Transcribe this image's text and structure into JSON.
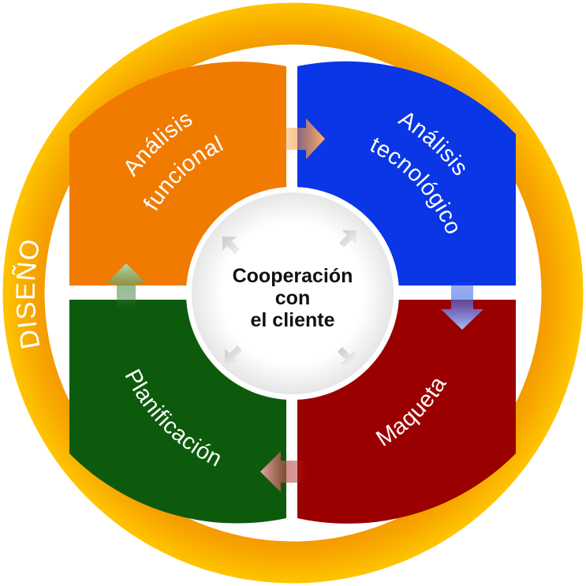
{
  "ring": {
    "label": "DISEÑO",
    "color": "#f5a000"
  },
  "center": {
    "lines": [
      "Cooperación",
      "con",
      "el cliente"
    ]
  },
  "segments": {
    "analisis_funcional": {
      "lines": [
        "Análisis",
        "funcional"
      ],
      "color": "#f07b00"
    },
    "analisis_tecnologico": {
      "lines": [
        "Análisis",
        "tecnológico"
      ],
      "color": "#0a36e6"
    },
    "maqueta": {
      "lines": [
        "Maqueta"
      ],
      "color": "#9a0000"
    },
    "planificacion": {
      "lines": [
        "Planificación"
      ],
      "color": "#0d5a0d"
    }
  },
  "icons": {
    "flow_arrows": [
      "arrow-right-icon",
      "arrow-down-icon",
      "arrow-left-icon",
      "arrow-up-icon"
    ],
    "center_arrows": [
      "arrow-diagonal-icon"
    ]
  }
}
